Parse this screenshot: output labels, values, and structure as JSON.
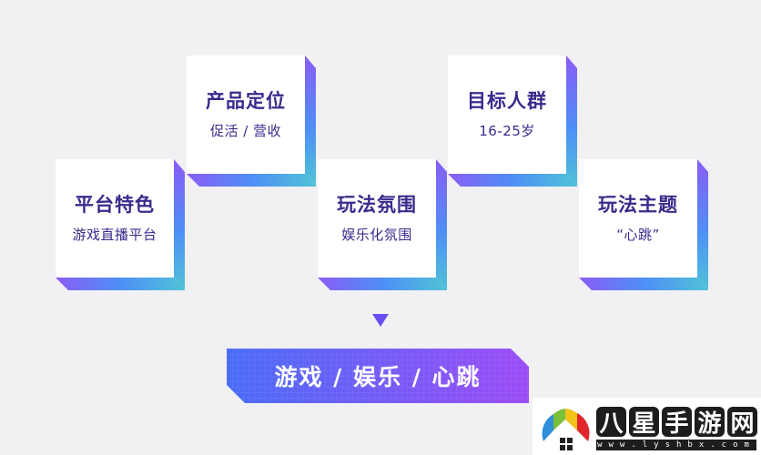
{
  "diagram": {
    "cards": [
      {
        "title": "平台特色",
        "subtitle": "游戏直播平台"
      },
      {
        "title": "产品定位",
        "subtitle": "促活 / 营收"
      },
      {
        "title": "玩法氛围",
        "subtitle": "娱乐化氛围"
      },
      {
        "title": "目标人群",
        "subtitle": "16-25岁"
      },
      {
        "title": "玩法主题",
        "subtitle": "“心跳”"
      }
    ],
    "result_banner": "游戏 / 娱乐 / 心跳",
    "colors": {
      "title_text": "#3a2a8c",
      "gradient_purple": "#8a5cf6",
      "gradient_blue": "#4f8ff7",
      "gradient_teal": "#4fc3d6",
      "banner_left": "#4a6cf7",
      "banner_right": "#9b4cf6",
      "background": "#f1f1f3"
    }
  },
  "watermark": {
    "chars": [
      "八",
      "星",
      "手",
      "游",
      "网"
    ],
    "url": "www.lyshbx.com"
  }
}
